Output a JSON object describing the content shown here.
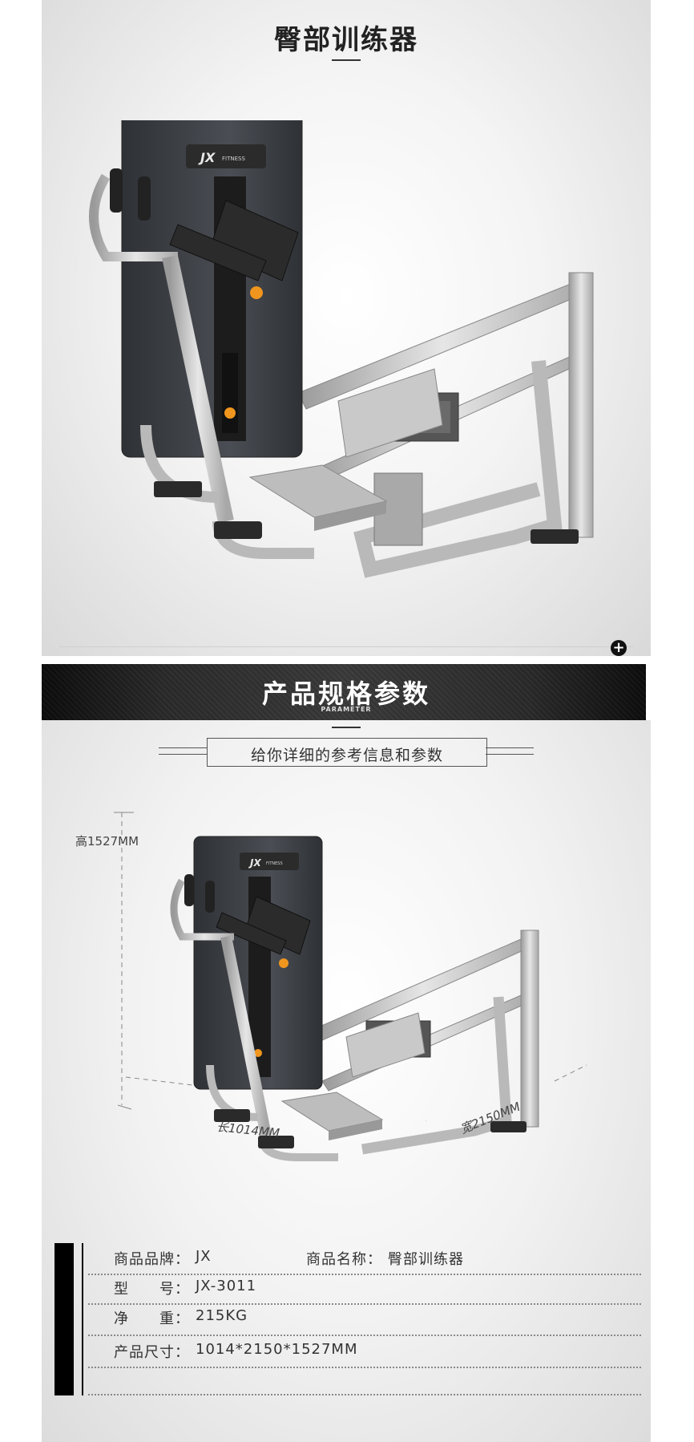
{
  "header": {
    "title": "臀部训练器"
  },
  "banner": {
    "title": "产品规格参数",
    "subtitle": "PARAMETER"
  },
  "subtitle": "给你详细的参考信息和参数",
  "brand_logo": {
    "main": "JX",
    "sub": "FITNESS"
  },
  "dimensions": {
    "height": "高1527MM",
    "length": "长1014MM",
    "width": "宽2150MM"
  },
  "specs": {
    "brand_label": "商品品牌：",
    "brand_value": "JX",
    "name_label": "商品名称：",
    "name_value": "臀部训练器",
    "model_label": "型　　号：",
    "model_value": "JX-3011",
    "weight_label": "净　　重：",
    "weight_value": "215KG",
    "size_label": "产品尺寸：",
    "size_value": "1014*2150*1527MM"
  },
  "icons": [
    "plus-circle-icon"
  ],
  "colors": {
    "frame": "#c8c8c8",
    "panel": "#3a3d42",
    "accent": "#f0961e",
    "pad": "#2b2b2b"
  }
}
